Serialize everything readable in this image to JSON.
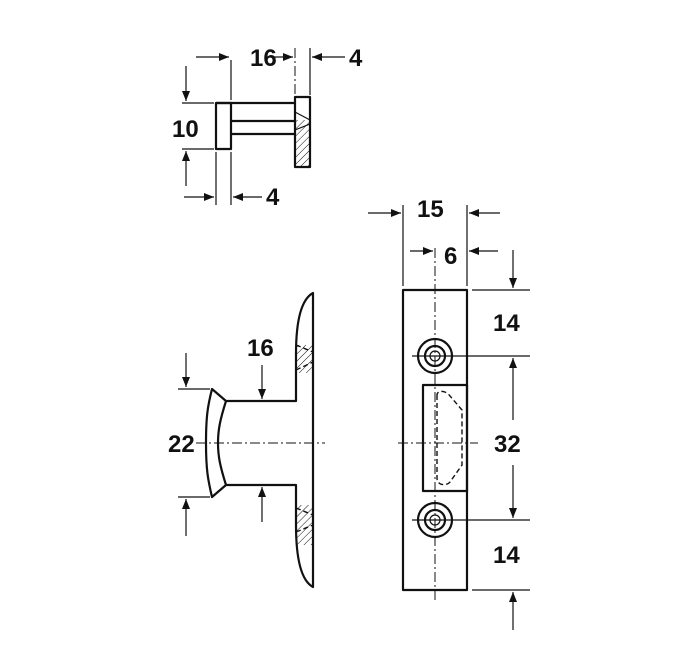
{
  "dimensions": {
    "top_width": "16",
    "top_right": "4",
    "top_height": "10",
    "top_bottom": "4",
    "front_width": "15",
    "front_inner": "6",
    "front_top": "14",
    "front_pitch": "32",
    "front_bottom": "14",
    "side_neck": "16",
    "side_height": "22"
  },
  "colors": {
    "line": "#111111",
    "background": "#ffffff"
  }
}
